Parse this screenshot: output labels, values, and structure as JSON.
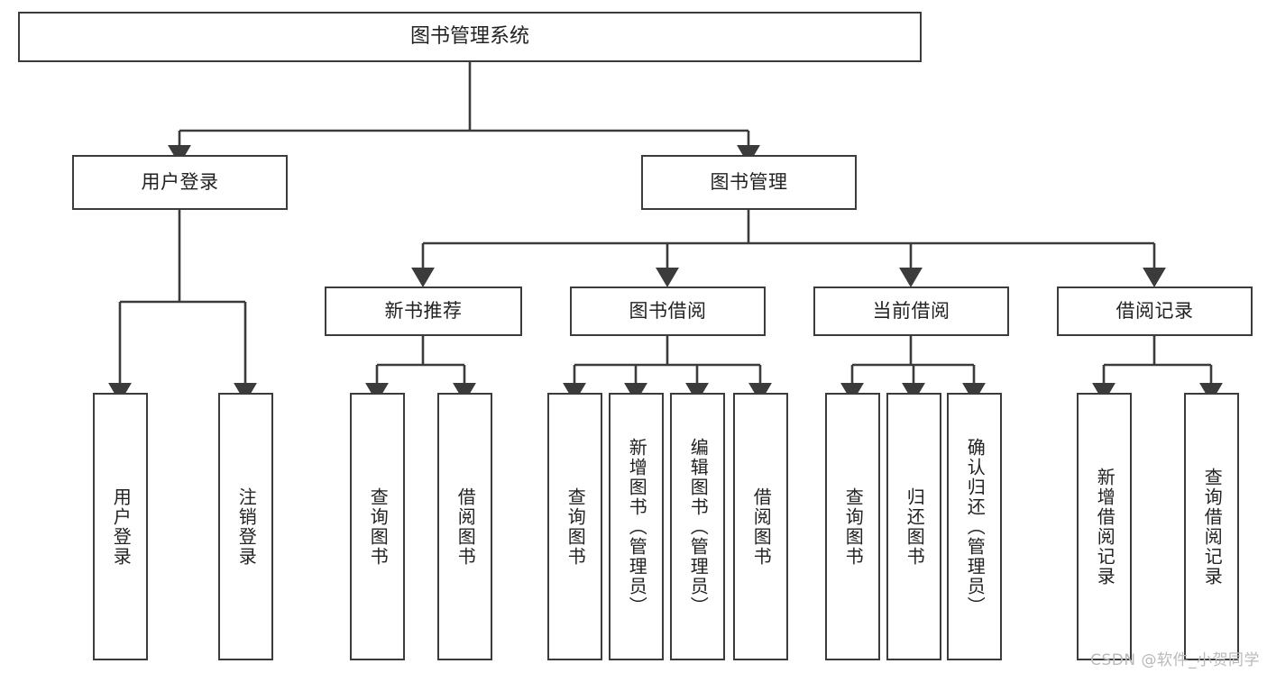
{
  "diagram": {
    "title": "图书管理系统",
    "type": "tree",
    "colors": {
      "box_border": "#3b3b3b",
      "box_fill": "#ffffff",
      "line": "#3b3b3b",
      "text": "#222222",
      "watermark": "#b9b9b9"
    },
    "root": {
      "label": "图书管理系统"
    },
    "level2": [
      {
        "label": "用户登录"
      },
      {
        "label": "图书管理"
      }
    ],
    "level3": [
      {
        "label": "新书推荐"
      },
      {
        "label": "图书借阅"
      },
      {
        "label": "当前借阅"
      },
      {
        "label": "借阅记录"
      }
    ],
    "leaves": [
      {
        "label": "用户登录",
        "parent": "用户登录"
      },
      {
        "label": "注销登录",
        "parent": "用户登录"
      },
      {
        "label": "查询图书",
        "parent": "新书推荐"
      },
      {
        "label": "借阅图书",
        "parent": "新书推荐"
      },
      {
        "label": "查询图书",
        "parent": "图书借阅"
      },
      {
        "label": "新增图书（管理员）",
        "parent": "图书借阅"
      },
      {
        "label": "编辑图书（管理员）",
        "parent": "图书借阅"
      },
      {
        "label": "借阅图书",
        "parent": "图书借阅"
      },
      {
        "label": "查询图书",
        "parent": "当前借阅"
      },
      {
        "label": "归还图书",
        "parent": "当前借阅"
      },
      {
        "label": "确认归还（管理员）",
        "parent": "当前借阅"
      },
      {
        "label": "新增借阅记录",
        "parent": "借阅记录"
      },
      {
        "label": "查询借阅记录",
        "parent": "借阅记录"
      }
    ]
  },
  "watermark": {
    "text": "CSDN @软件_小贺同学"
  }
}
